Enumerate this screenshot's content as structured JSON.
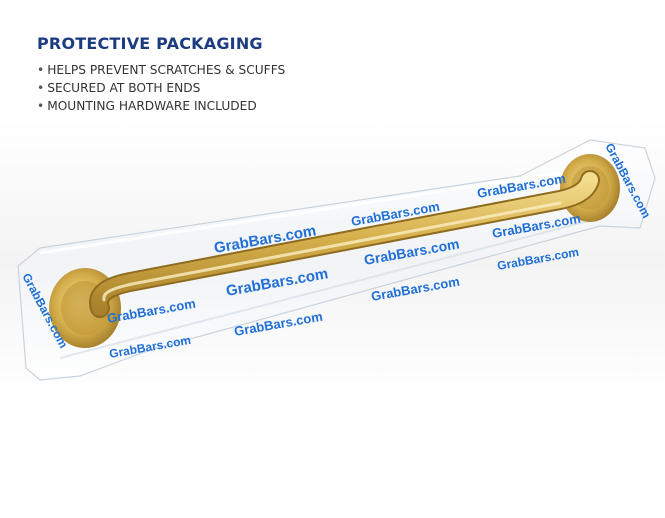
{
  "heading": "PROTECTIVE PACKAGING",
  "bullets": [
    "HELPS PREVENT SCRATCHES & SCUFFS",
    "SECURED AT BOTH ENDS",
    "MOUNTING HARDWARE INCLUDED"
  ],
  "bullet_marker": "•",
  "wrapper_print": "GrabBars.com",
  "colors": {
    "heading": "#1c3b80",
    "bullet_text": "#333333",
    "brass": "#d6b04c",
    "wrapper_print": "#1f6fd6"
  },
  "product_icon": "packaged-brass-grab-bar-image"
}
